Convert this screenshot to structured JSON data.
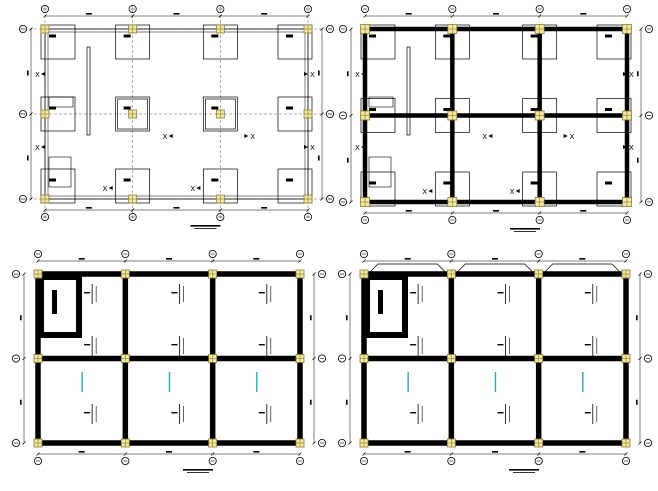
{
  "sheet": {
    "background": "#ffffff",
    "ink": "#000000",
    "column_fill": "#f2e9a6",
    "column_hatch": "#8a7a2c",
    "pipe_color": "#2aa6b5"
  },
  "panels": [
    {
      "id": "foundation-layout-plan",
      "caption": "",
      "grid": {
        "cols": 4,
        "rows": 3
      },
      "footings": true,
      "beams": false,
      "walls": false,
      "pipes": false,
      "sections": true
    },
    {
      "id": "plinth-beam-plan",
      "caption": "",
      "grid": {
        "cols": 4,
        "rows": 3
      },
      "footings": true,
      "beams": true,
      "walls": false,
      "pipes": false,
      "sections": true
    },
    {
      "id": "ground-floor-beam-plan",
      "caption": "",
      "grid": {
        "cols": 4,
        "rows": 3
      },
      "footings": false,
      "beams": true,
      "walls": true,
      "pipes": true,
      "sections": false
    },
    {
      "id": "first-floor-beam-plan",
      "caption": "",
      "grid": {
        "cols": 4,
        "rows": 3
      },
      "footings": false,
      "beams": true,
      "walls": true,
      "pipes": true,
      "sections": false,
      "roof_outline": true
    }
  ]
}
